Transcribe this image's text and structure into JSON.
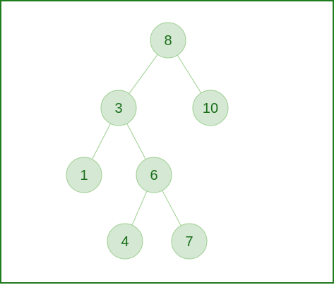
{
  "tree": {
    "colors": {
      "border": "#1e7b1e",
      "edge": "#9ccf8f",
      "node_fill": "#d5e8d4",
      "node_stroke": "#9ccf8f",
      "label": "#1a6e1a"
    },
    "nodes": [
      {
        "id": "n8",
        "label": "8"
      },
      {
        "id": "n3",
        "label": "3"
      },
      {
        "id": "n10",
        "label": "10"
      },
      {
        "id": "n1",
        "label": "1"
      },
      {
        "id": "n6",
        "label": "6"
      },
      {
        "id": "n4",
        "label": "4"
      },
      {
        "id": "n7",
        "label": "7"
      }
    ],
    "edges": [
      {
        "from": "n8",
        "to": "n3"
      },
      {
        "from": "n8",
        "to": "n10"
      },
      {
        "from": "n3",
        "to": "n1"
      },
      {
        "from": "n3",
        "to": "n6"
      },
      {
        "from": "n6",
        "to": "n4"
      },
      {
        "from": "n6",
        "to": "n7"
      }
    ]
  }
}
